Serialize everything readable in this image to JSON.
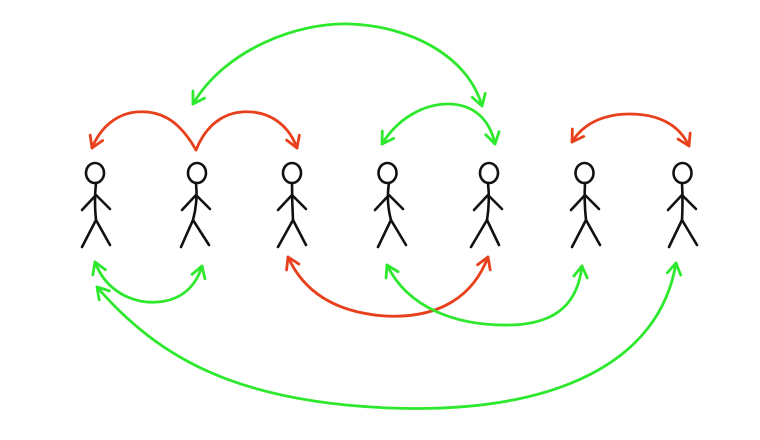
{
  "diagram": {
    "people": [
      {
        "id": "person-1"
      },
      {
        "id": "person-2"
      },
      {
        "id": "person-3"
      },
      {
        "id": "person-4"
      },
      {
        "id": "person-5"
      },
      {
        "id": "person-6"
      },
      {
        "id": "person-7"
      }
    ],
    "colors": {
      "figure": "#111111",
      "red": "#e8401c",
      "green": "#2ee82e"
    },
    "links": [
      {
        "id": "top-red-2-1",
        "color": "red",
        "from": 2,
        "to": 1,
        "arrow": "one-way"
      },
      {
        "id": "top-red-2-3",
        "color": "red",
        "from": 2,
        "to": 3,
        "arrow": "one-way"
      },
      {
        "id": "top-green-2-5",
        "color": "green",
        "from": 2,
        "to": 5,
        "arrow": "two-way"
      },
      {
        "id": "top-green-4-5",
        "color": "green",
        "from": 4,
        "to": 5,
        "arrow": "two-way"
      },
      {
        "id": "top-red-6-7",
        "color": "red",
        "from": 6,
        "to": 7,
        "arrow": "two-way"
      },
      {
        "id": "bottom-green-1-2",
        "color": "green",
        "from": 1,
        "to": 2,
        "arrow": "two-way"
      },
      {
        "id": "bottom-red-3-5",
        "color": "red",
        "from": 3,
        "to": 5,
        "arrow": "two-way"
      },
      {
        "id": "bottom-green-4-6",
        "color": "green",
        "from": 4,
        "to": 6,
        "arrow": "two-way"
      },
      {
        "id": "bottom-green-1-7",
        "color": "green",
        "from": 1,
        "to": 7,
        "arrow": "two-way"
      }
    ]
  }
}
